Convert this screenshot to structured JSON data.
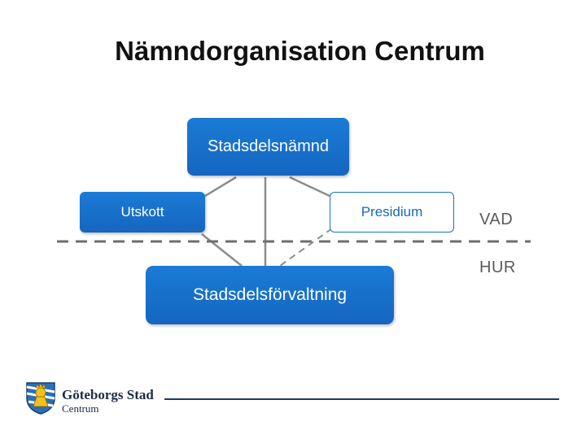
{
  "title": "Nämndorganisation Centrum",
  "nodes": {
    "stadsdelsnamnd": "Stadsdelsnämnd",
    "utskott": "Utskott",
    "presidium": "Presidium",
    "stadsdelsforvaltning": "Stadsdelsförvaltning"
  },
  "levels": {
    "upper": "VAD",
    "lower": "HUR"
  },
  "footer": {
    "brand": "Göteborgs Stad",
    "unit": "Centrum"
  },
  "colors": {
    "box_fill": "#1a72cc",
    "connector": "#8c8c8c",
    "divider": "#6e6e6e",
    "footer_rule": "#1a3a64"
  },
  "icons": {
    "logo": "goteborg-coat-of-arms-icon"
  }
}
